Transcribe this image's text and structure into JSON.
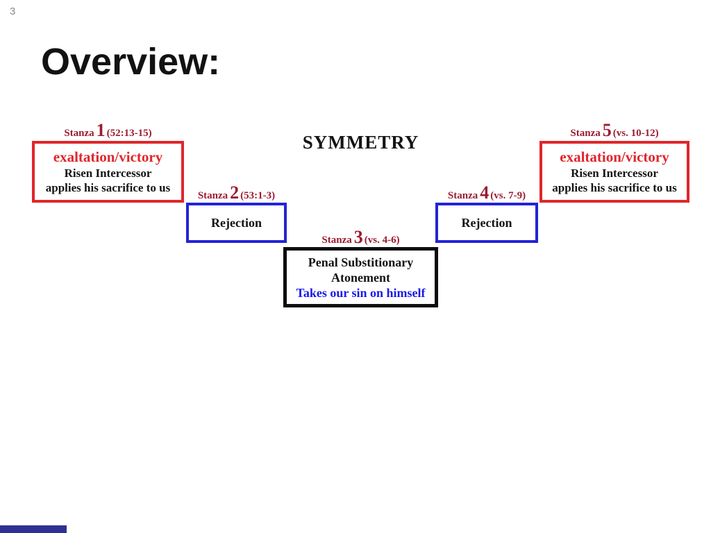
{
  "slide": {
    "number": "3",
    "title": "Overview:"
  },
  "diagram": {
    "heading": "SYMMETRY",
    "stanzas": [
      {
        "prefix": "Stanza",
        "number": "1",
        "reference": "(52:13-15)",
        "lines": [
          "exaltation/victory",
          "Risen Intercessor",
          "applies his sacrifice to us"
        ]
      },
      {
        "prefix": "Stanza",
        "number": "2",
        "reference": "(53:1-3)",
        "lines": [
          "Rejection"
        ]
      },
      {
        "prefix": "Stanza",
        "number": "3",
        "reference": "(vs. 4-6)",
        "lines": [
          "Penal Substitionary",
          "Atonement",
          "Takes our sin on himself"
        ]
      },
      {
        "prefix": "Stanza",
        "number": "4",
        "reference": "(vs. 7-9)",
        "lines": [
          "Rejection"
        ]
      },
      {
        "prefix": "Stanza",
        "number": "5",
        "reference": "(vs. 10-12)",
        "lines": [
          "exaltation/victory",
          "Risen Intercessor",
          "applies his sacrifice to us"
        ]
      }
    ]
  },
  "colors": {
    "stanza_label_dark_red": "#9C1B31",
    "box_red_border": "#E0262C",
    "red_text": "#E0262C",
    "box_blue_border": "#2323D8",
    "blue_text": "#1A1AE8",
    "box_black_border": "#0D0D0D",
    "slide_number_gray": "#8A8A8A",
    "bottom_bar_blue": "#2E3192"
  }
}
